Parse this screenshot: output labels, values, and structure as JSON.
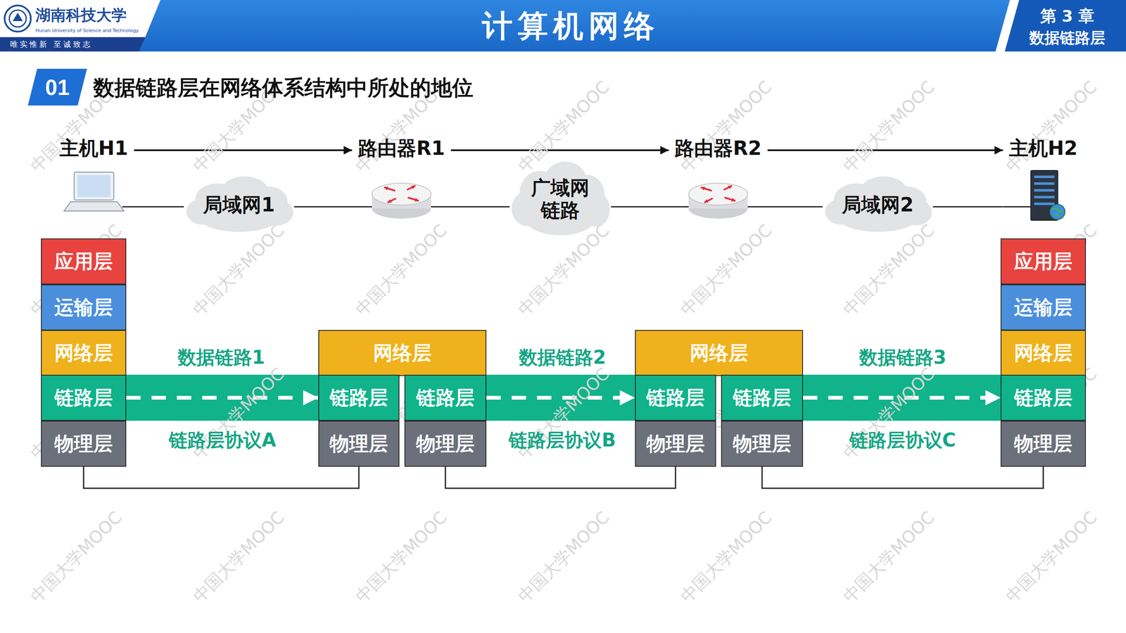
{
  "diagram": {
    "title": "计算机网络",
    "nodes": [
      {
        "text": [
          "01"
        ]
      },
      {
        "text": [
          "主机H1"
        ]
      },
      {
        "text": [
          "路由器R1"
        ]
      },
      {
        "text": [
          "路由器R2"
        ]
      },
      {
        "text": [
          "主机H2"
        ]
      },
      {
        "text": [
          "局域网1"
        ]
      },
      {
        "text": [
          "广域网 链路"
        ]
      },
      {
        "text": [
          "局域网2"
        ]
      },
      {
        "text": [
          "应用层"
        ]
      },
      {
        "text": [
          "运输层"
        ]
      },
      {
        "text": [
          "网络层"
        ]
      },
      {
        "text": [
          "链路层"
        ]
      },
      {
        "text": [
          "物理层"
        ]
      },
      {
        "text": [
          "网络层"
        ]
      },
      {
        "text": [
          "链路层"
        ]
      },
      {
        "text": [
          "物理层"
        ]
      },
      {
        "text": [
          "链路层"
        ]
      },
      {
        "text": [
          "物理层"
        ]
      },
      {
        "text": [
          "网络层"
        ]
      },
      {
        "text": [
          "链路层"
        ]
      },
      {
        "text": [
          "物理层"
        ]
      },
      {
        "text": [
          "链路层"
        ]
      },
      {
        "text": [
          "物理层"
        ]
      },
      {
        "text": [
          "应用层"
        ]
      },
      {
        "text": [
          "运输层"
        ]
      },
      {
        "text": [
          "网络层"
        ]
      },
      {
        "text": [
          "链路层"
        ]
      },
      {
        "text": [
          "物理层"
        ]
      }
    ],
    "edges": [
      {
        "from": 1,
        "to": 2,
        "arrow": "to"
      },
      {
        "from": 2,
        "to": 3,
        "arrow": "to"
      },
      {
        "from": 3,
        "to": 4,
        "arrow": "to"
      },
      {
        "from": 1,
        "to": 5,
        "arrow": "none"
      },
      {
        "from": 5,
        "to": 2,
        "arrow": "none"
      },
      {
        "from": 2,
        "to": 6,
        "arrow": "none"
      },
      {
        "from": 6,
        "to": 3,
        "arrow": "none"
      },
      {
        "from": 3,
        "to": 7,
        "arrow": "none"
      },
      {
        "from": 7,
        "to": 4,
        "arrow": "none"
      },
      {
        "from": 11,
        "to": 14,
        "arrow": "to"
      },
      {
        "from": 16,
        "to": 19,
        "arrow": "to"
      },
      {
        "from": 21,
        "to": 26,
        "arrow": "to"
      },
      {
        "from": 12,
        "to": 15,
        "arrow": "none"
      },
      {
        "from": 17,
        "to": 20,
        "arrow": "none"
      },
      {
        "from": 22,
        "to": 27,
        "arrow": "none"
      }
    ],
    "labels": [
      "湖南科技大学",
      "Hunan University of Science and Technology",
      "唯实惟新 至诚致志",
      "第 3 章",
      "数据链路层",
      "数据链路层在网络体系结构中所处的地位",
      "数据链路1",
      "链路层协议A",
      "数据链路2",
      "链路层协议B",
      "数据链路3",
      "链路层协议C",
      "中国大学MOOC",
      "中国大学MOOC",
      "中国大学MOOC",
      "中国大学MOOC",
      "中国大学MOOC",
      "中国大学MOOC",
      "中国大学MOOC",
      "中国大学MOOC",
      "中国大学MOOC",
      "中国大学MOOC",
      "中国大学MOOC",
      "中国大学MOOC",
      "中国大学MOOC",
      "中国大学MOOC",
      "中国大学MOOC",
      "中国大学MOOC",
      "中国大学MOOC",
      "中国大学MOOC",
      "中国大学MOOC",
      "中国大学MOOC",
      "中国大学MOOC",
      "中国大学MOOC",
      "中国大学MOOC",
      "中国大学MOOC",
      "中国大学MOOC",
      "中国大学MOOC",
      "中国大学MOOC",
      "中国大学MOOC"
    ]
  }
}
